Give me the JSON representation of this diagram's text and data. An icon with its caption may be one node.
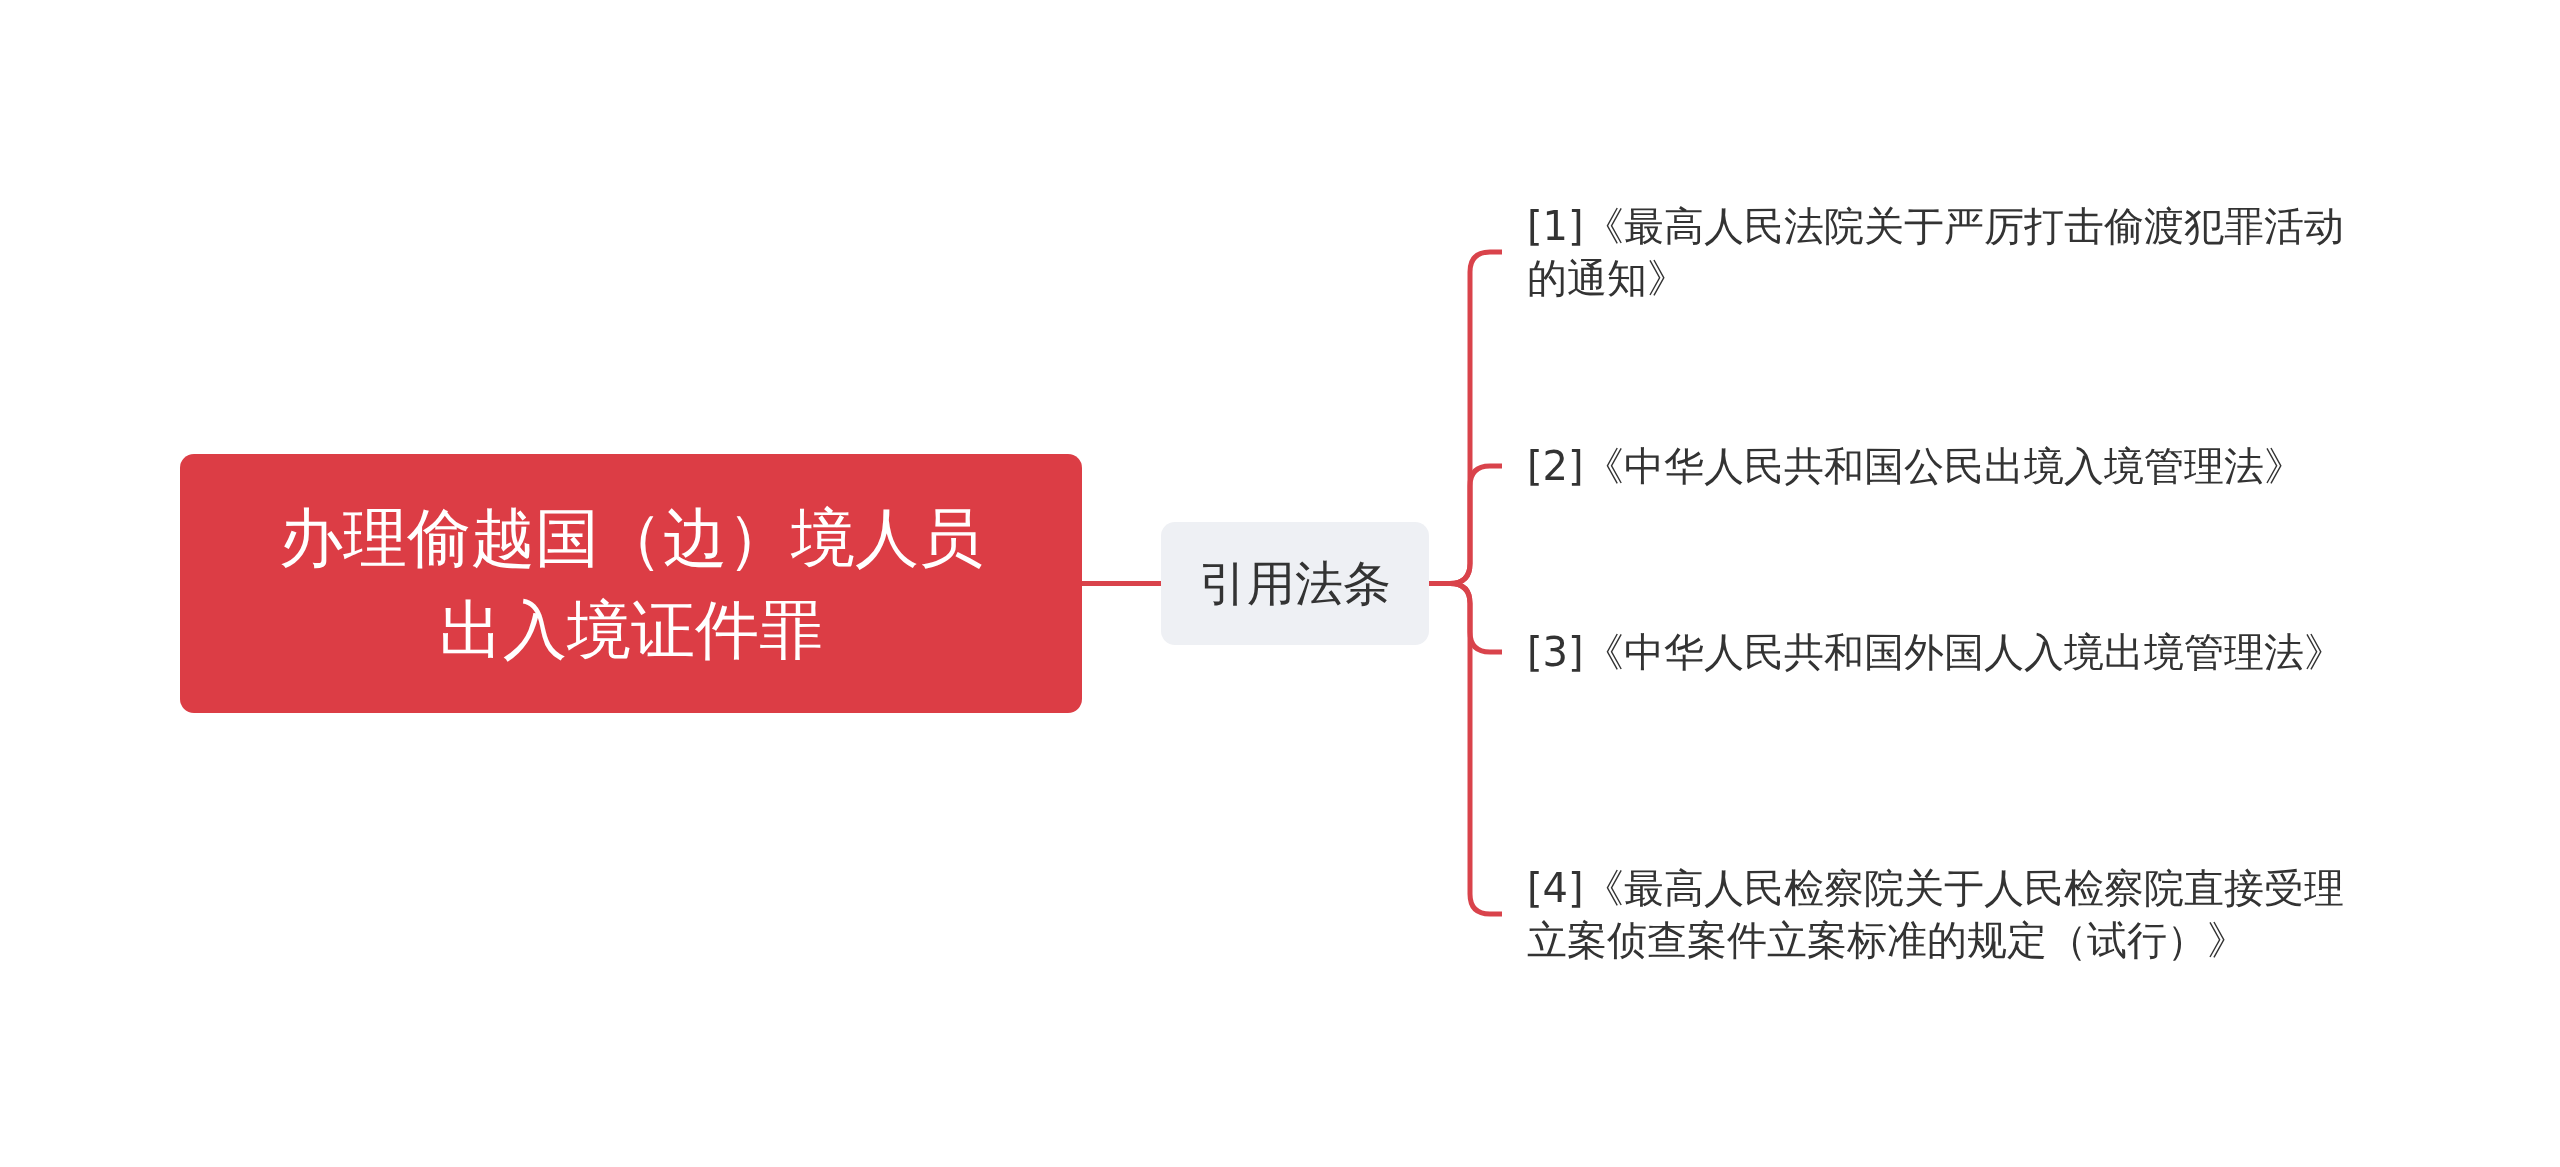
{
  "diagram": {
    "nodes": [
      {
        "text": [
          "办理偷越国（边）境人员出入境证件罪"
        ]
      },
      {
        "text": [
          "引用法条"
        ]
      },
      {
        "text": [
          "[1]《最高人民法院关于严厉打击偷渡犯罪活动的通知》"
        ]
      },
      {
        "text": [
          "[2]《中华人民共和国公民出境入境管理法》"
        ]
      },
      {
        "text": [
          "[3]《中华人民共和国外国人入境出境管理法》"
        ]
      },
      {
        "text": [
          "[4]《最高人民检察院关于人民检察院直接受理立案侦查案件立案标准的规定（试行）》"
        ]
      }
    ],
    "edges": [
      {
        "from": 0,
        "to": 1,
        "arrow": "none"
      },
      {
        "from": 1,
        "to": 2,
        "arrow": "none"
      },
      {
        "from": 1,
        "to": 3,
        "arrow": "none"
      },
      {
        "from": 1,
        "to": 4,
        "arrow": "none"
      },
      {
        "from": 1,
        "to": 5,
        "arrow": "none"
      }
    ]
  }
}
